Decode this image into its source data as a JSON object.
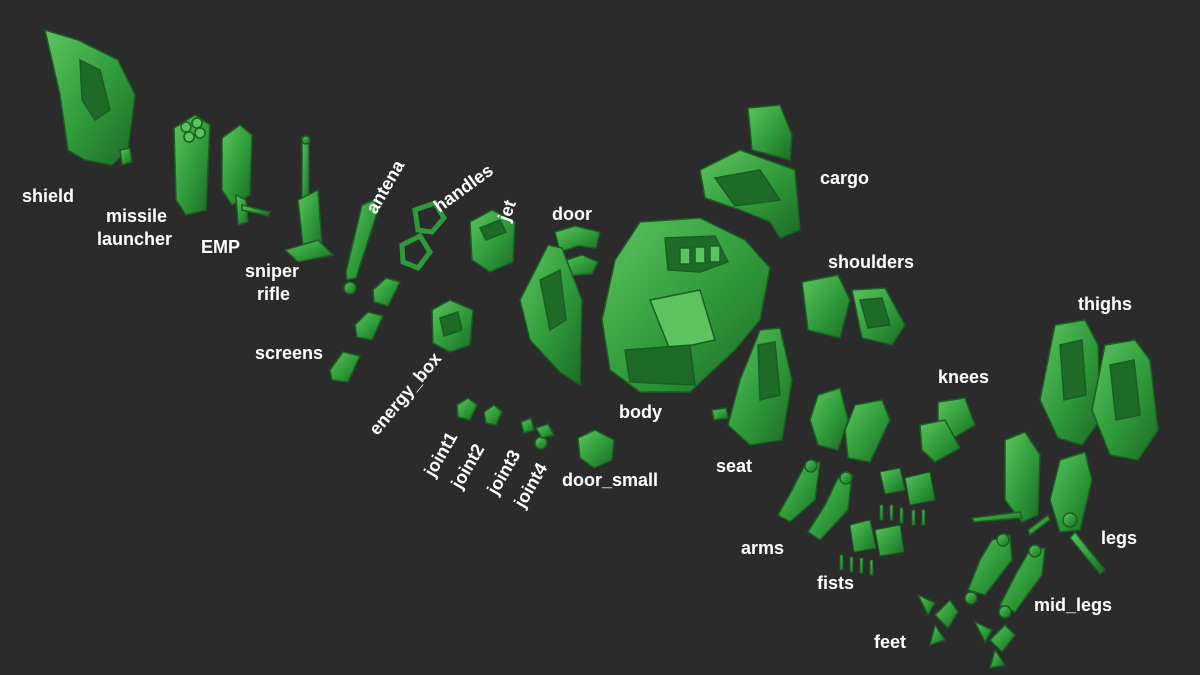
{
  "colors": {
    "background": "#2b2b2b",
    "part": "#2f9a3a",
    "part_dark": "#1d6b26",
    "part_light": "#5cc45f",
    "label": "#ffffff"
  },
  "labels": {
    "shield": "shield",
    "missile_1": "missile",
    "missile_2": "launcher",
    "emp": "EMP",
    "sniper_1": "sniper",
    "sniper_2": "rifle",
    "antena": "antena",
    "handles": "handles",
    "jet": "jet",
    "door": "door",
    "screens": "screens",
    "energy_box": "energy_box",
    "joint1": "joint1",
    "joint2": "joint2",
    "joint3": "joint3",
    "joint4": "joint4",
    "door_small": "door_small",
    "body": "body",
    "cargo": "cargo",
    "shoulders": "shoulders",
    "seat": "seat",
    "arms": "arms",
    "fists": "fists",
    "knees": "knees",
    "thighs": "thighs",
    "legs": "legs",
    "mid_legs": "mid_legs",
    "feet": "feet"
  }
}
